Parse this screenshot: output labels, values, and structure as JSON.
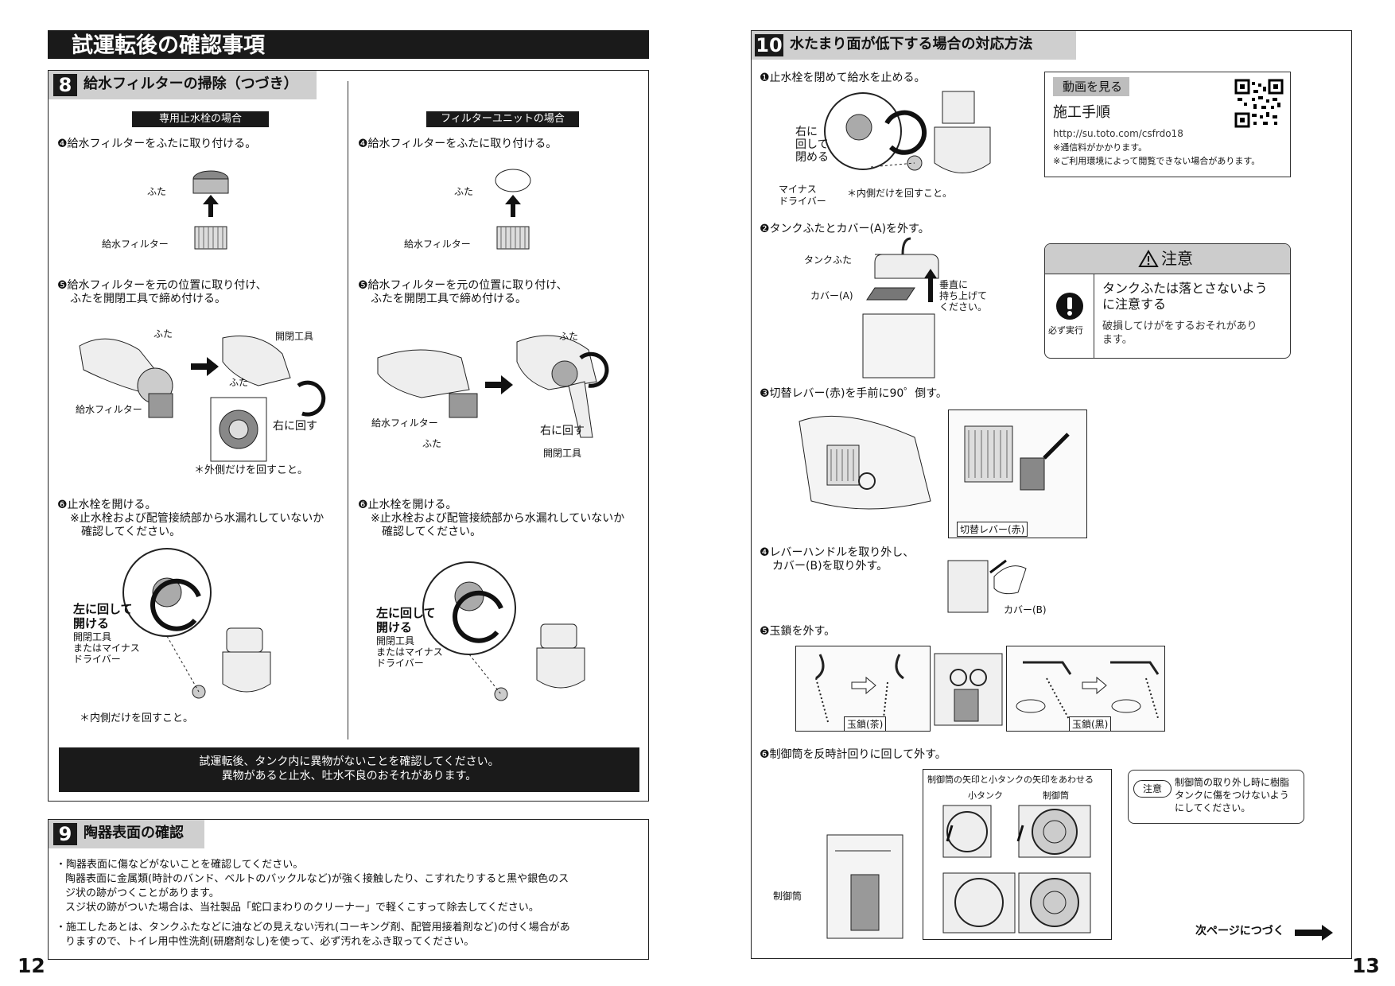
{
  "left": {
    "banner": "試運転後の確認事項",
    "s8": {
      "num": "8",
      "title": "給水フィルターの掃除（つづき）",
      "colA": {
        "header": "専用止水栓の場合",
        "step4": "❹給水フィルターをふたに取り付ける。",
        "step4_labels": [
          "ふた",
          "給水フィルター"
        ],
        "step5": [
          "❺給水フィルターを元の位置に取り付け、",
          "ふたを開閉工具で締め付ける。"
        ],
        "step5_labels": {
          "futa1": "ふた",
          "filter": "給水フィルター",
          "tool": "開閉工具",
          "futa2": "ふた",
          "right": "右に回す",
          "note": "＊外側だけを回すこと。"
        },
        "step6": "❻止水栓を開ける。",
        "step6_note": [
          "※止水栓および配管接続部から水漏れしていないか",
          "確認してください。"
        ],
        "step6_labels": {
          "open": [
            "左に回して",
            "開ける"
          ],
          "tool": [
            "開閉工具",
            "またはマイナス",
            "ドライバー"
          ],
          "note": "＊内側だけを回すこと。"
        }
      },
      "colB": {
        "header": "フィルターユニットの場合",
        "step4": "❹給水フィルターをふたに取り付ける。",
        "step4_labels": [
          "ふた",
          "給水フィルター"
        ],
        "step5": [
          "❺給水フィルターを元の位置に取り付け、",
          "ふたを開閉工具で締め付ける。"
        ],
        "step5_labels": {
          "futa1": "ふた",
          "filter": "給水フィルター",
          "futa2": "ふた",
          "right": "右に回す",
          "tool": "開閉工具"
        },
        "step6": "❻止水栓を開ける。",
        "step6_note": [
          "※止水栓および配管接続部から水漏れしていないか",
          "確認してください。"
        ],
        "step6_labels": {
          "open": [
            "左に回して",
            "開ける"
          ],
          "tool": [
            "開閉工具",
            "またはマイナス",
            "ドライバー"
          ]
        }
      },
      "notice": [
        "試運転後、タンク内に異物がないことを確認してください。",
        "異物があると止水、吐水不良のおそれがあります。"
      ]
    },
    "s9": {
      "num": "9",
      "title": "陶器表面の確認",
      "bullets": [
        [
          "・陶器表面に傷などがないことを確認してください。",
          "陶器表面に金属類(時計のバンド、ベルトのバックルなど)が強く接触したり、こすれたりすると黒や銀色のス",
          "ジ状の跡がつくことがあります。",
          "スジ状の跡がついた場合は、当社製品「蛇口まわりのクリーナー」で軽くこすって除去してください。"
        ],
        [
          "・施工したあとは、タンクふたなどに油などの見えない汚れ(コーキング剤、配管用接着剤など)の付く場合があ",
          "りますので、トイレ用中性洗剤(研磨剤なし)を使って、必ず汚れをふき取ってください。"
        ]
      ]
    },
    "page": "12"
  },
  "right": {
    "s10": {
      "num": "10",
      "title": "水たまり面が低下する場合の対応方法"
    },
    "step1": "❶止水栓を閉めて給水を止める。",
    "step1_labels": {
      "close": [
        "右に",
        "回して",
        "閉める"
      ],
      "driver": [
        "マイナス",
        "ドライバー"
      ],
      "note": "＊内側だけを回すこと。"
    },
    "video": {
      "tag": "動画を見る",
      "title": "施工手順",
      "url": "http://su.toto.com/csfrdo18",
      "notes": [
        "※通信料がかかります。",
        "※ご利用環境によって閲覧できない場合があります。"
      ]
    },
    "step2": "❷タンクふたとカバー(A)を外す。",
    "step2_labels": {
      "lid": "タンクふた",
      "cover": "カバー(A)",
      "lift": [
        "垂直に",
        "持ち上げて",
        "ください。"
      ]
    },
    "caution": {
      "title": "注意",
      "icon_label": "必ず実行",
      "head": [
        "タンクふたは落とさないよう",
        "に注意する"
      ],
      "body": [
        "破損してけがをするおそれがあり",
        "ます。"
      ]
    },
    "step3": "❸切替レバー(赤)を手前に90゜倒す。",
    "step3_label": "切替レバー(赤)",
    "step4": [
      "❹レバーハンドルを取り外し、",
      "カバー(B)を取り外す。"
    ],
    "step4_label": "カバー(B)",
    "step5": "❺玉鎖を外す。",
    "step5_labels": [
      "玉鎖(茶)",
      "玉鎖(黒)"
    ],
    "step6": "❻制御筒を反時計回りに回して外す。",
    "step6_labels": {
      "align": "制御筒の矢印と小タンクの矢印をあわせる",
      "small": "小タンク",
      "ctrl": "制御筒",
      "ctrl2": "制御筒"
    },
    "note_tag": "注意",
    "note": [
      "制御筒の取り外し時に樹脂",
      "タンクに傷をつけないよう",
      "にしてください。"
    ],
    "next": "次ページにつづく",
    "page": "13"
  }
}
